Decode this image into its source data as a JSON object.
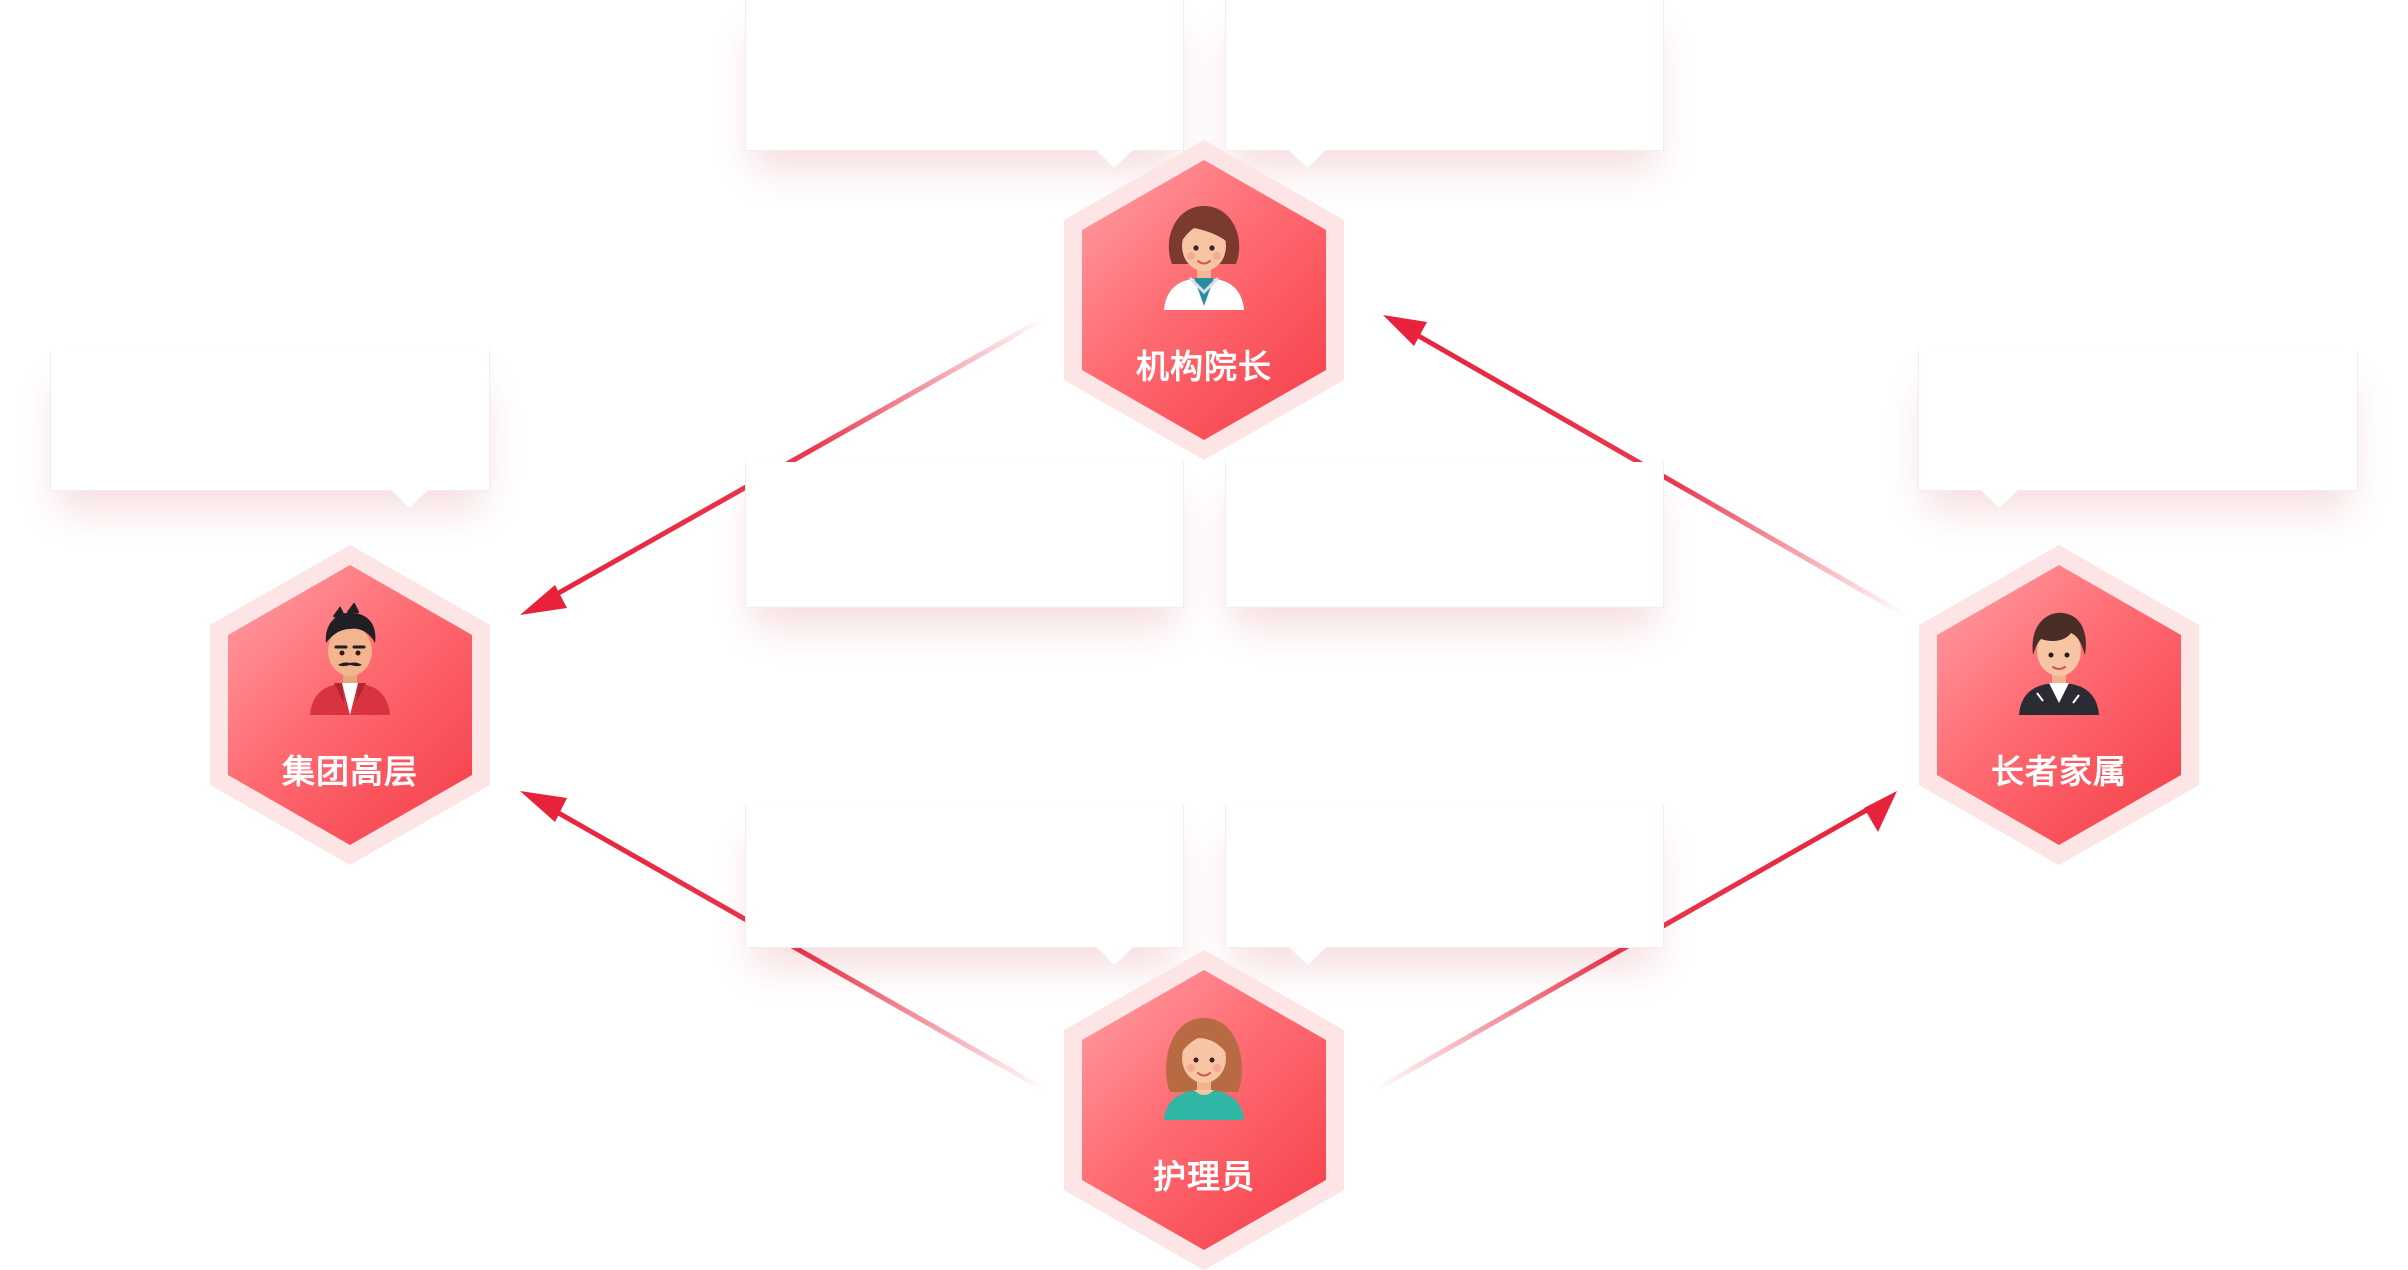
{
  "nodes": {
    "director": {
      "label": "机构院长",
      "icon": "female-doctor-avatar-icon"
    },
    "executive": {
      "label": "集团高层",
      "icon": "mustached-man-avatar-icon"
    },
    "family": {
      "label": "长者家属",
      "icon": "young-man-avatar-icon"
    },
    "caregiver": {
      "label": "护理员",
      "icon": "female-caregiver-avatar-icon"
    }
  },
  "edges": [
    {
      "from": "机构院长",
      "to": "集团高层"
    },
    {
      "from": "长者家属",
      "to": "机构院长"
    },
    {
      "from": "护理员",
      "to": "集团高层"
    },
    {
      "from": "护理员",
      "to": "长者家属"
    }
  ],
  "colors": {
    "accent": "#e8223a",
    "hex_light": "#ffa0a6",
    "hex_dark": "#f43c47",
    "hex_halo": "#fde5e6"
  }
}
